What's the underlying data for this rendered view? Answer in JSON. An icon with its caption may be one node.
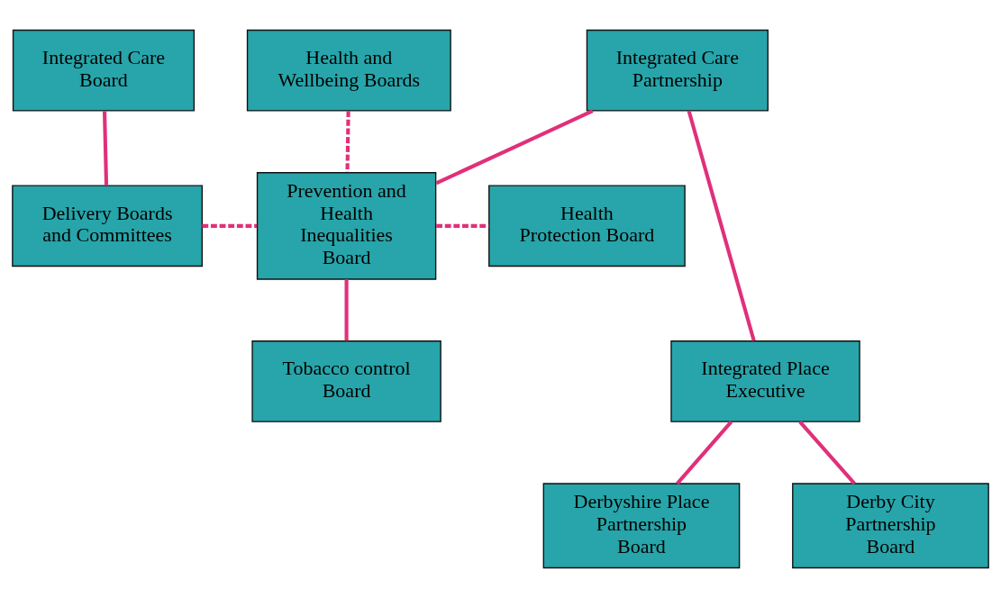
{
  "diagram": {
    "nodes": [
      {
        "text": [
          "Integrated Care Board"
        ]
      },
      {
        "text": [
          "Integrated Care Partnership"
        ]
      },
      {
        "text": [
          "Health and Wellbeing Boards"
        ]
      },
      {
        "text": [
          "Delivery Boards and Committees"
        ]
      },
      {
        "text": [
          "Prevention and Health Inequalities Board"
        ]
      },
      {
        "text": [
          "Health Protection Board"
        ]
      },
      {
        "text": [
          "Integrated Place Executive"
        ]
      },
      {
        "text": [
          "Tobacco control Board"
        ]
      },
      {
        "text": [
          "Derbyshire Place Partnership Board"
        ]
      },
      {
        "text": [
          "Derby City Partnership Board"
        ]
      }
    ],
    "edges": [
      {
        "from": 0,
        "to": 3,
        "arrow": "none"
      },
      {
        "from": 1,
        "to": 6,
        "arrow": "none"
      },
      {
        "from": 1,
        "to": 4,
        "arrow": "none"
      },
      {
        "from": 2,
        "to": 4,
        "arrow": "none",
        "style": "dashed"
      },
      {
        "from": 3,
        "to": 4,
        "arrow": "none",
        "style": "dashed"
      },
      {
        "from": 4,
        "to": 5,
        "arrow": "none",
        "style": "dashed"
      },
      {
        "from": 4,
        "to": 7,
        "arrow": "none"
      },
      {
        "from": 6,
        "to": 8,
        "arrow": "none"
      },
      {
        "from": 6,
        "to": 9,
        "arrow": "none"
      }
    ]
  }
}
